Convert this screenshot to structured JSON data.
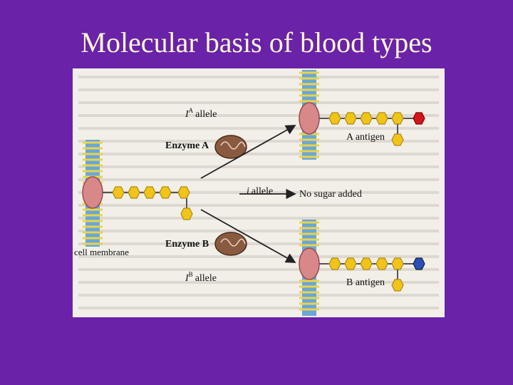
{
  "slide": {
    "title": "Molecular basis of blood types"
  },
  "diagram": {
    "labels": {
      "ia_allele": "I",
      "ia_allele_sup": "A",
      "ia_allele_word": "allele",
      "enzyme_a": "Enzyme A",
      "i_allele_italic": "i",
      "i_allele_word": "allele",
      "no_sugar": "No sugar added",
      "cell_membrane": "cell membrane",
      "enzyme_b": "Enzyme B",
      "ib_allele": "I",
      "ib_allele_sup": "B",
      "ib_allele_word": "allele",
      "a_antigen": "A antigen",
      "b_antigen": "B antigen"
    },
    "colors": {
      "sugar_hexagon": "#f0c419",
      "a_terminal_sugar": "#d0181c",
      "b_terminal_sugar": "#2b4fb5",
      "protein": "#d9888a",
      "lipid_blue": "#6aa6d6",
      "lipid_yellow": "#e8d44a",
      "enzyme": "#8a5a40"
    },
    "icons": [
      "enzyme-icon",
      "protein-icon",
      "sugar-hexagon-icon",
      "arrow-icon"
    ]
  }
}
